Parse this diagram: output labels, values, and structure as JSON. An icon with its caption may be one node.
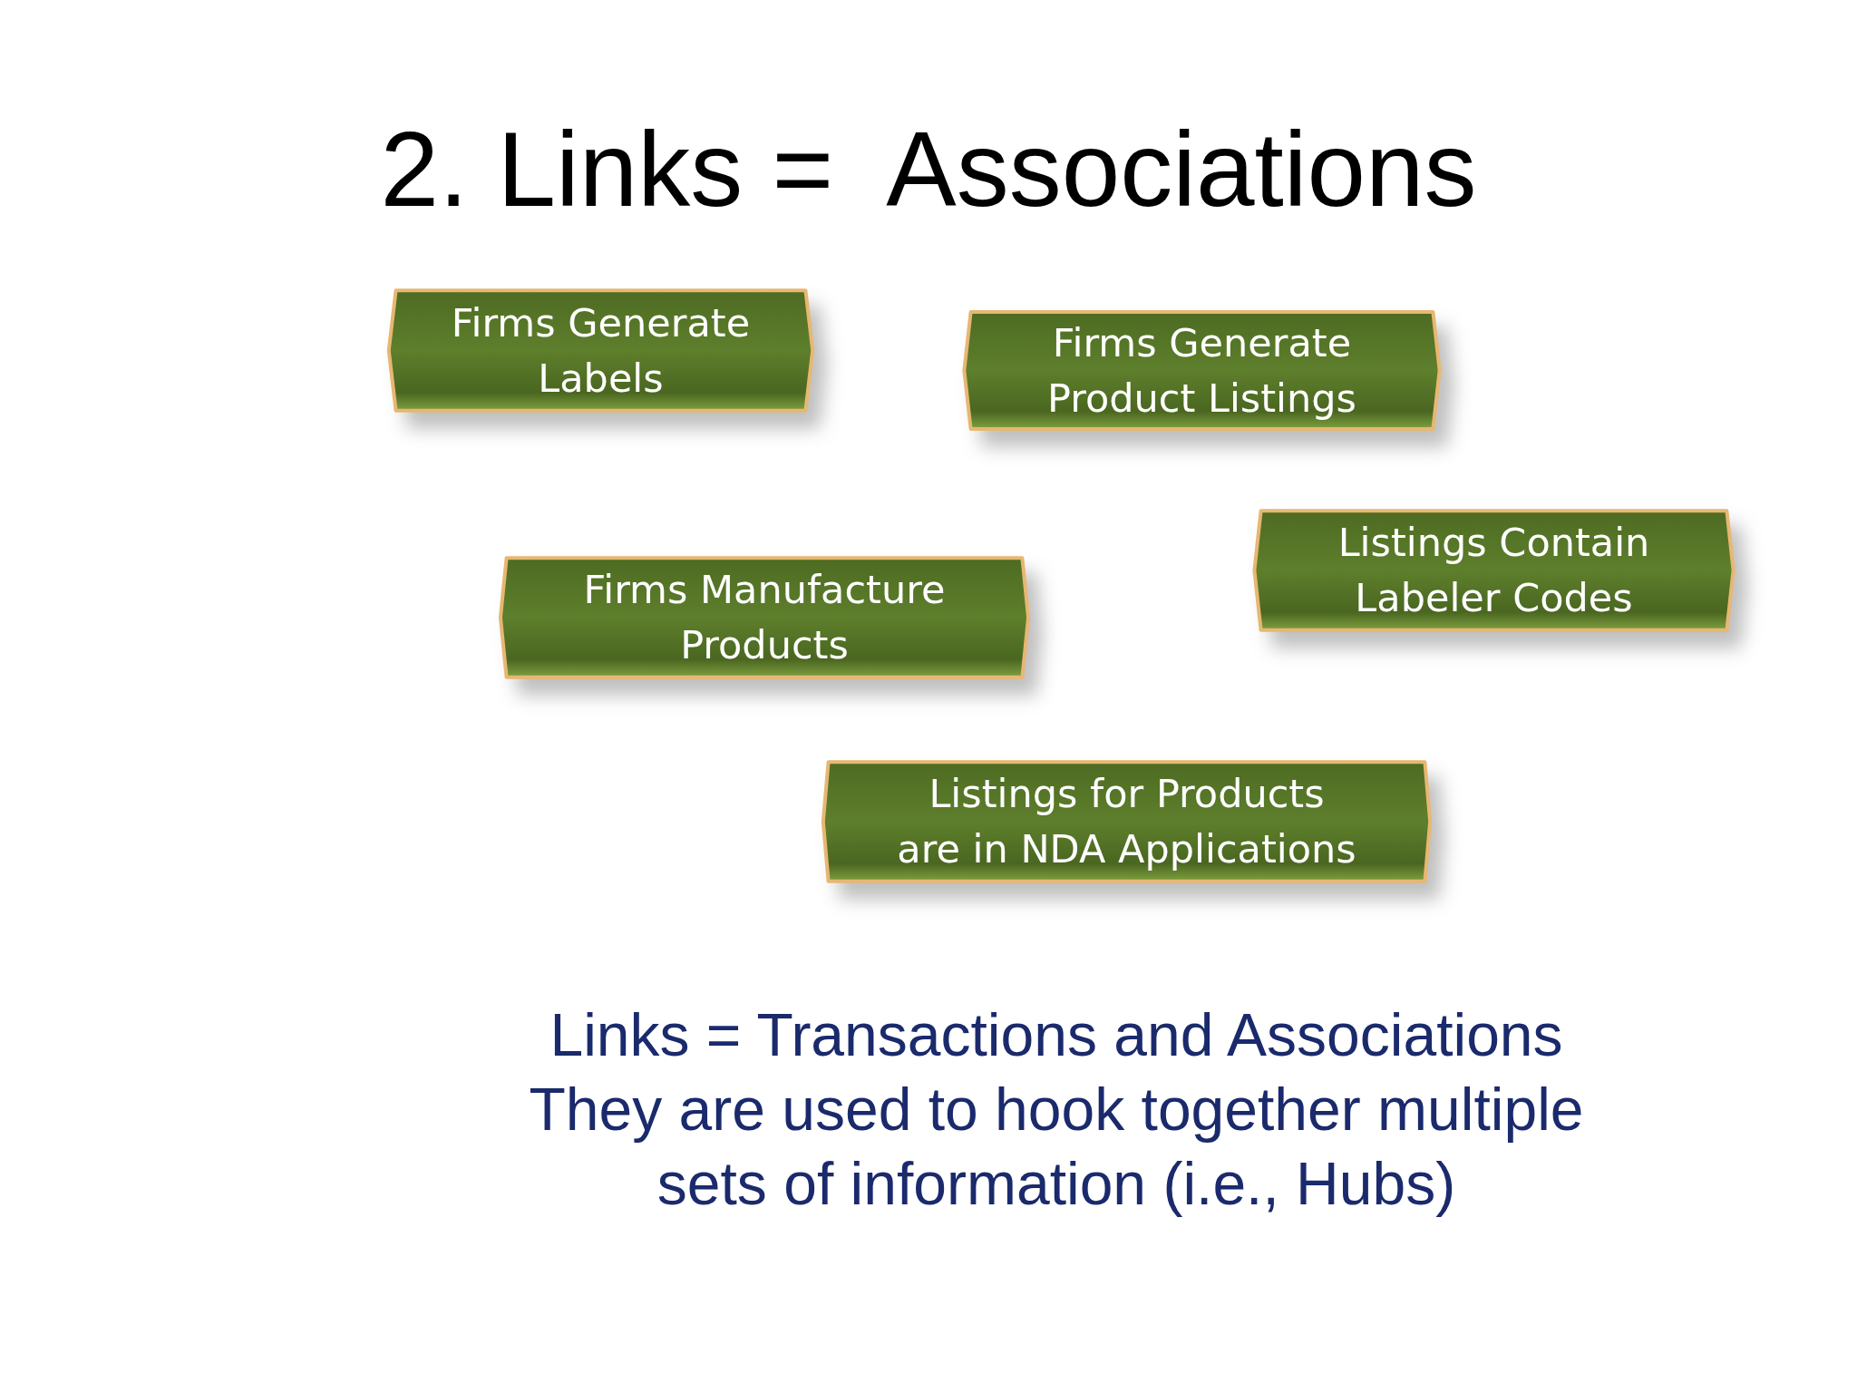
{
  "diagram": {
    "title": "2. Links =  Associations",
    "nodes": [
      {
        "text": [
          "Firms Generate Labels"
        ]
      },
      {
        "text": [
          "Firms Generate Product Listings"
        ]
      },
      {
        "text": [
          "Listings Contain Labeler Codes"
        ]
      },
      {
        "text": [
          "Firms Manufacture Products"
        ]
      },
      {
        "text": [
          "Listings for Products are in NDA Applications"
        ]
      }
    ],
    "edges": [],
    "labels": [
      "Links = Transactions and Associations",
      "They are used to hook together multiple sets of information (i.e., Hubs)"
    ]
  }
}
